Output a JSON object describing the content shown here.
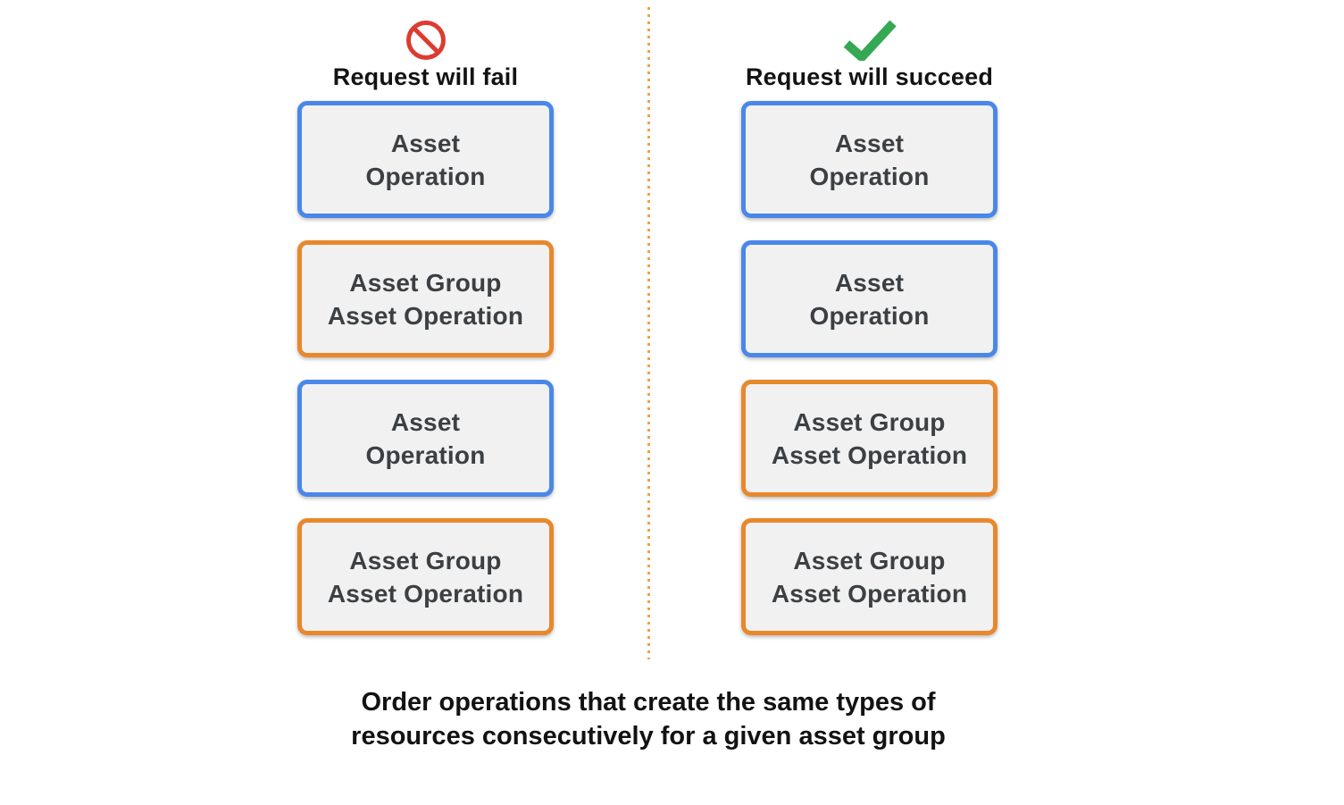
{
  "colors": {
    "background": "#ffffff",
    "blue_border": "#4a87e8",
    "orange_border": "#e8882c",
    "box_background": "#f1f1f2",
    "box_text": "#3c4043",
    "divider_orange": "#eda14d",
    "fail_red": "#dd3b2f",
    "success_green": "#34a853",
    "heading_text": "#131313"
  },
  "columns": [
    {
      "header": {
        "icon": "no-entry-icon",
        "label": "Request will fail"
      },
      "boxes": [
        {
          "type": "asset-operation",
          "border_color": "#4a87e8",
          "lines": [
            "Asset",
            "Operation"
          ]
        },
        {
          "type": "asset-group-asset-operation",
          "border_color": "#e8882c",
          "lines": [
            "Asset Group",
            "Asset Operation"
          ]
        },
        {
          "type": "asset-operation",
          "border_color": "#4a87e8",
          "lines": [
            "Asset",
            "Operation"
          ]
        },
        {
          "type": "asset-group-asset-operation",
          "border_color": "#e8882c",
          "lines": [
            "Asset Group",
            "Asset Operation"
          ]
        }
      ]
    },
    {
      "header": {
        "icon": "check-icon",
        "label": "Request will succeed"
      },
      "boxes": [
        {
          "type": "asset-operation",
          "border_color": "#4a87e8",
          "lines": [
            "Asset",
            "Operation"
          ]
        },
        {
          "type": "asset-operation",
          "border_color": "#4a87e8",
          "lines": [
            "Asset",
            "Operation"
          ]
        },
        {
          "type": "asset-group-asset-operation",
          "border_color": "#e8882c",
          "lines": [
            "Asset Group",
            "Asset Operation"
          ]
        },
        {
          "type": "asset-group-asset-operation",
          "border_color": "#e8882c",
          "lines": [
            "Asset Group",
            "Asset Operation"
          ]
        }
      ]
    }
  ],
  "caption": {
    "line1": "Order operations that create the same types of",
    "line2": "resources consecutively for a given asset group"
  }
}
